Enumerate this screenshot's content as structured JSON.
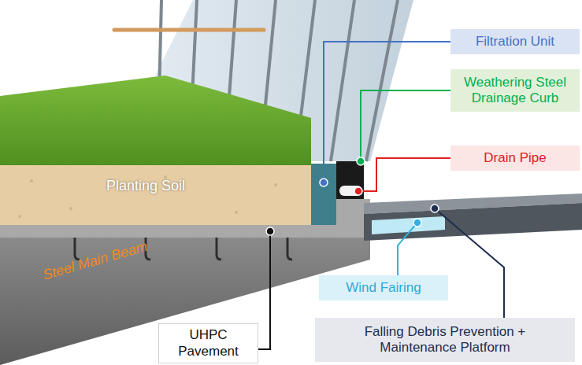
{
  "diagram": {
    "nodes": [
      {
        "text": [
          "Filtration Unit"
        ]
      },
      {
        "text": [
          "Weathering Steel Drainage Curb"
        ]
      },
      {
        "text": [
          "Drain Pipe"
        ]
      },
      {
        "text": [
          "Wind Fairing"
        ]
      },
      {
        "text": [
          "Falling Debris Prevention + Maintenance Platform"
        ]
      },
      {
        "text": [
          "UHPC Pavement"
        ]
      }
    ],
    "labels": [
      "Planting Soil",
      "Steel Main Beam"
    ]
  }
}
